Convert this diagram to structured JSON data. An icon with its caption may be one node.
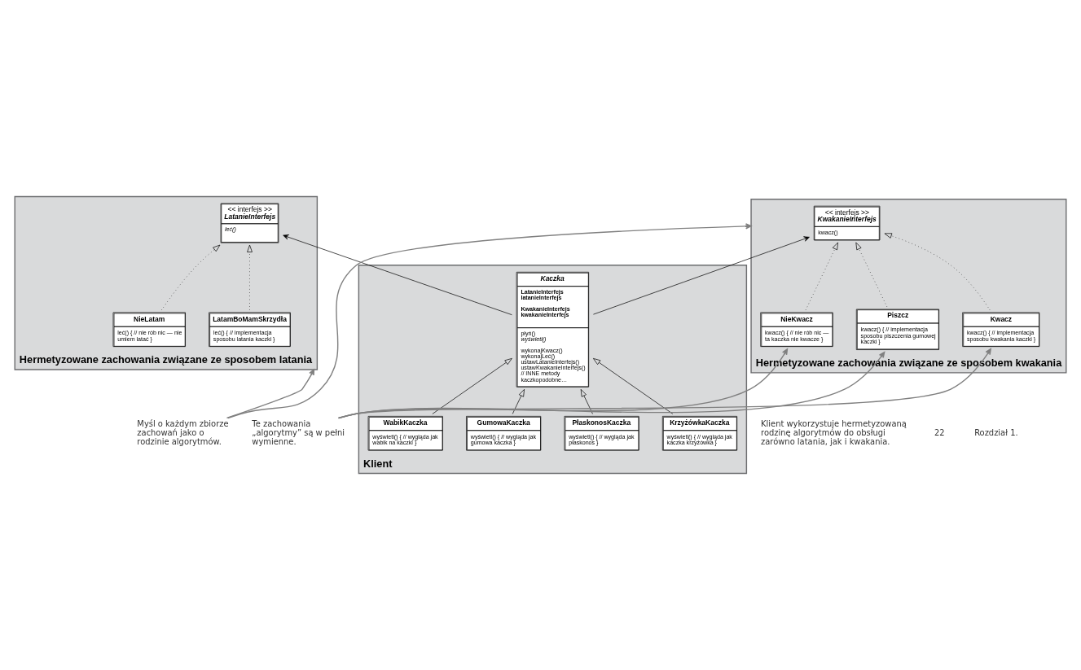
{
  "diagram": {
    "nodes": [
      {
        "text": [
          "Klient"
        ]
      },
      {
        "text": [
          "Kaczka",
          "LatanieInterfejs latanieInterfejs",
          "KwakanieInterfejs kwakanieInterfejs",
          "płyń()",
          "wyświetl()",
          "wykonajKwacz()",
          "wykonajLeć()",
          "ustawLatanieInterfejs()",
          "ustawKwakanieInterfejs()",
          "// INNE metody kaczkopodobne…"
        ],
        "in": 0
      },
      {
        "text": [
          "KrzyżówkaKaczka",
          "wyświetl() { // wygląda jak kaczka krzyżówka }"
        ],
        "in": 0
      },
      {
        "text": [
          "PłaskonosKaczka",
          "wyświetl() { // wygląda jak płaskonos }"
        ],
        "in": 0
      },
      {
        "text": [
          "GumowaKaczka",
          "wyświetl() { // wygląda jak gumowa kaczka }"
        ],
        "in": 0
      },
      {
        "text": [
          "WabikKaczka",
          "wyświetl() { // wygląda jak wabik na kaczki }"
        ],
        "in": 0
      },
      {
        "text": [
          "Hermetyzowane zachowania związane ze sposobem latania"
        ]
      },
      {
        "text": [
          "<< interfejs >>",
          "LatanieInterfejs",
          "leć()"
        ],
        "in": 6
      },
      {
        "text": [
          "LatamBoMamSkrzydła",
          "leć() { // implementacja sposobu latania kaczki }"
        ],
        "in": 6
      },
      {
        "text": [
          "NieLatam",
          "leć() { // nie rób nic — nie umiem latać }"
        ],
        "in": 6
      },
      {
        "text": [
          "Hermetyzowane zachowania związane ze sposobem kwakania"
        ]
      },
      {
        "text": [
          "<< interfejs >>",
          "KwakanieInterfejs",
          "kwacz()"
        ],
        "in": 10
      },
      {
        "text": [
          "Kwacz",
          "kwacz() { // implementacja sposobu kwakania kaczki }"
        ],
        "in": 10
      },
      {
        "text": [
          "Piszcz",
          "kwacz() { // implementacja sposobu piszczenia gumowej kaczki }"
        ],
        "in": 10
      },
      {
        "text": [
          "NieKwacz",
          "kwacz() { // nie rób nic — ta kaczka nie kwacze }"
        ],
        "in": 10
      },
      {
        "text": [
          "Myśl o każdym zbiorze zachowań jako o rodzinie algorytmów."
        ]
      },
      {
        "text": [
          "Te zachowania „algorytmy” są w pełni wymienne."
        ]
      }
    ],
    "edges": [
      {
        "from": 1,
        "to": 7,
        "arrow": "to"
      },
      {
        "from": 1,
        "to": 11,
        "arrow": "to"
      },
      {
        "from": 2,
        "to": 1,
        "arrow": "to"
      },
      {
        "from": 3,
        "to": 1,
        "arrow": "to"
      },
      {
        "from": 4,
        "to": 1,
        "arrow": "to"
      },
      {
        "from": 5,
        "to": 1,
        "arrow": "to"
      },
      {
        "from": 8,
        "to": 7,
        "arrow": "to",
        "style": "dashed"
      },
      {
        "from": 9,
        "to": 7,
        "arrow": "to",
        "style": "dashed"
      },
      {
        "from": 12,
        "to": 11,
        "arrow": "to",
        "style": "dashed"
      },
      {
        "from": 13,
        "to": 11,
        "arrow": "to",
        "style": "dashed"
      },
      {
        "from": 14,
        "to": 11,
        "arrow": "to",
        "style": "dashed"
      },
      {
        "from": 15,
        "to": 6,
        "arrow": "to",
        "color": "#808080"
      },
      {
        "from": 15,
        "to": 10,
        "arrow": "to",
        "color": "#808080"
      },
      {
        "from": 16,
        "to": 12,
        "arrow": "to",
        "color": "#808080"
      },
      {
        "from": 16,
        "to": 13,
        "arrow": "to",
        "color": "#808080"
      },
      {
        "from": 16,
        "to": 14,
        "arrow": "to",
        "color": "#808080"
      }
    ],
    "labels": [
      "Klient wykorzystuje hermetyzowaną rodzinę algorytmów do obsługi zarówno latania, jak i kwakania.",
      "22",
      "Rozdział 1."
    ]
  }
}
